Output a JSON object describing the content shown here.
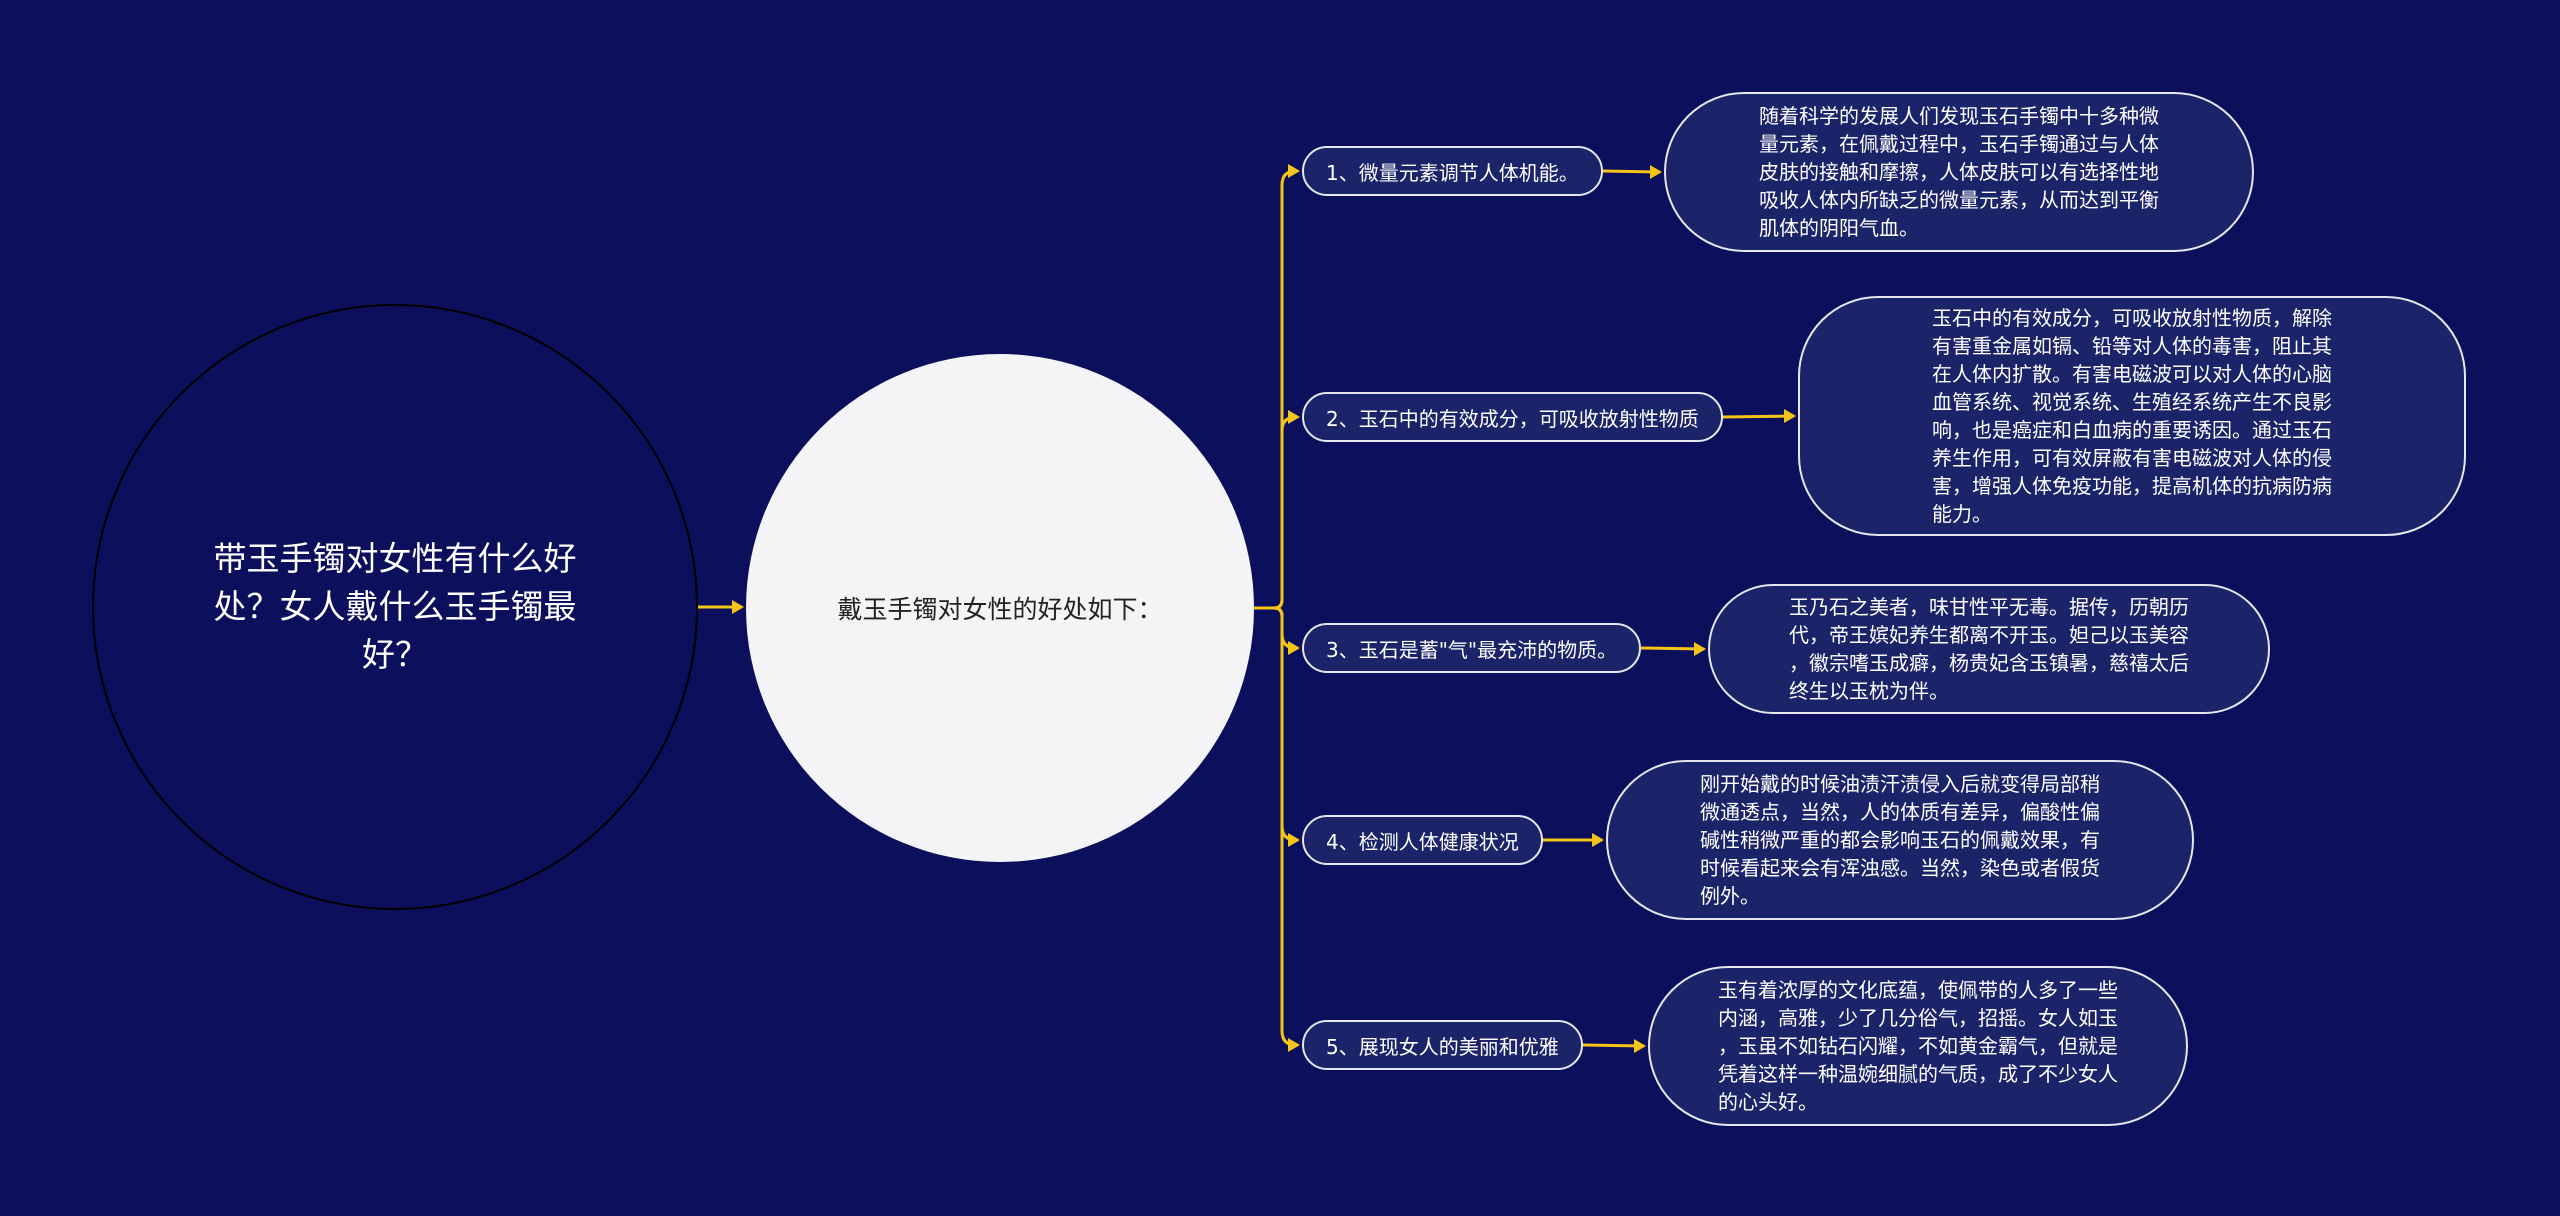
{
  "root": {
    "lines": [
      "带玉手镯对女性有什么好",
      "处？女人戴什么玉手镯最",
      "好？"
    ]
  },
  "center": {
    "label": "戴玉手镯对女性的好处如下："
  },
  "branches": [
    {
      "label": "1、微量元素调节人体机能。",
      "detail": "随着科学的发展人们发现玉石手镯中十多种微\n量元素，在佩戴过程中，玉石手镯通过与人体\n皮肤的接触和摩擦，人体皮肤可以有选择性地\n吸收人体内所缺乏的微量元素，从而达到平衡\n肌体的阴阳气血。"
    },
    {
      "label": "2、玉石中的有效成分，可吸收放射性物质",
      "detail": "玉石中的有效成分，可吸收放射性物质，解除\n有害重金属如镉、铅等对人体的毒害，阻止其\n在人体内扩散。有害电磁波可以对人体的心脑\n血管系统、视觉系统、生殖经系统产生不良影\n响，也是癌症和白血病的重要诱因。通过玉石\n养生作用，可有效屏蔽有害电磁波对人体的侵\n害，增强人体免疫功能，提高机体的抗病防病\n能力。"
    },
    {
      "label": "3、玉石是蓄\"气\"最充沛的物质。",
      "detail": "玉乃石之美者，味甘性平无毒。据传，历朝历\n代，帝王嫔妃养生都离不开玉。妲己以玉美容\n，徽宗嗜玉成癖，杨贵妃含玉镇暑，慈禧太后\n终生以玉枕为伴。"
    },
    {
      "label": "4、检测人体健康状况",
      "detail": "刚开始戴的时候油渍汗渍侵入后就变得局部稍\n微通透点，当然，人的体质有差异，偏酸性偏\n碱性稍微严重的都会影响玉石的佩戴效果，有\n时候看起来会有浑浊感。当然，染色或者假货\n例外。"
    },
    {
      "label": "5、展现女人的美丽和优雅",
      "detail": "玉有着浓厚的文化底蕴，使佩带的人多了一些\n内涵，高雅，少了几分俗气，招摇。女人如玉\n，玉虽不如钻石闪耀，不如黄金霸气，但就是\n凭着这样一种温婉细腻的气质，成了不少女人\n的心头好。"
    }
  ],
  "colors": {
    "background": "#0b0f5c",
    "connector": "#f5c518",
    "node_fill": "#1b2469",
    "node_border": "#e6e6ee",
    "center_fill": "#f4f4f6"
  }
}
